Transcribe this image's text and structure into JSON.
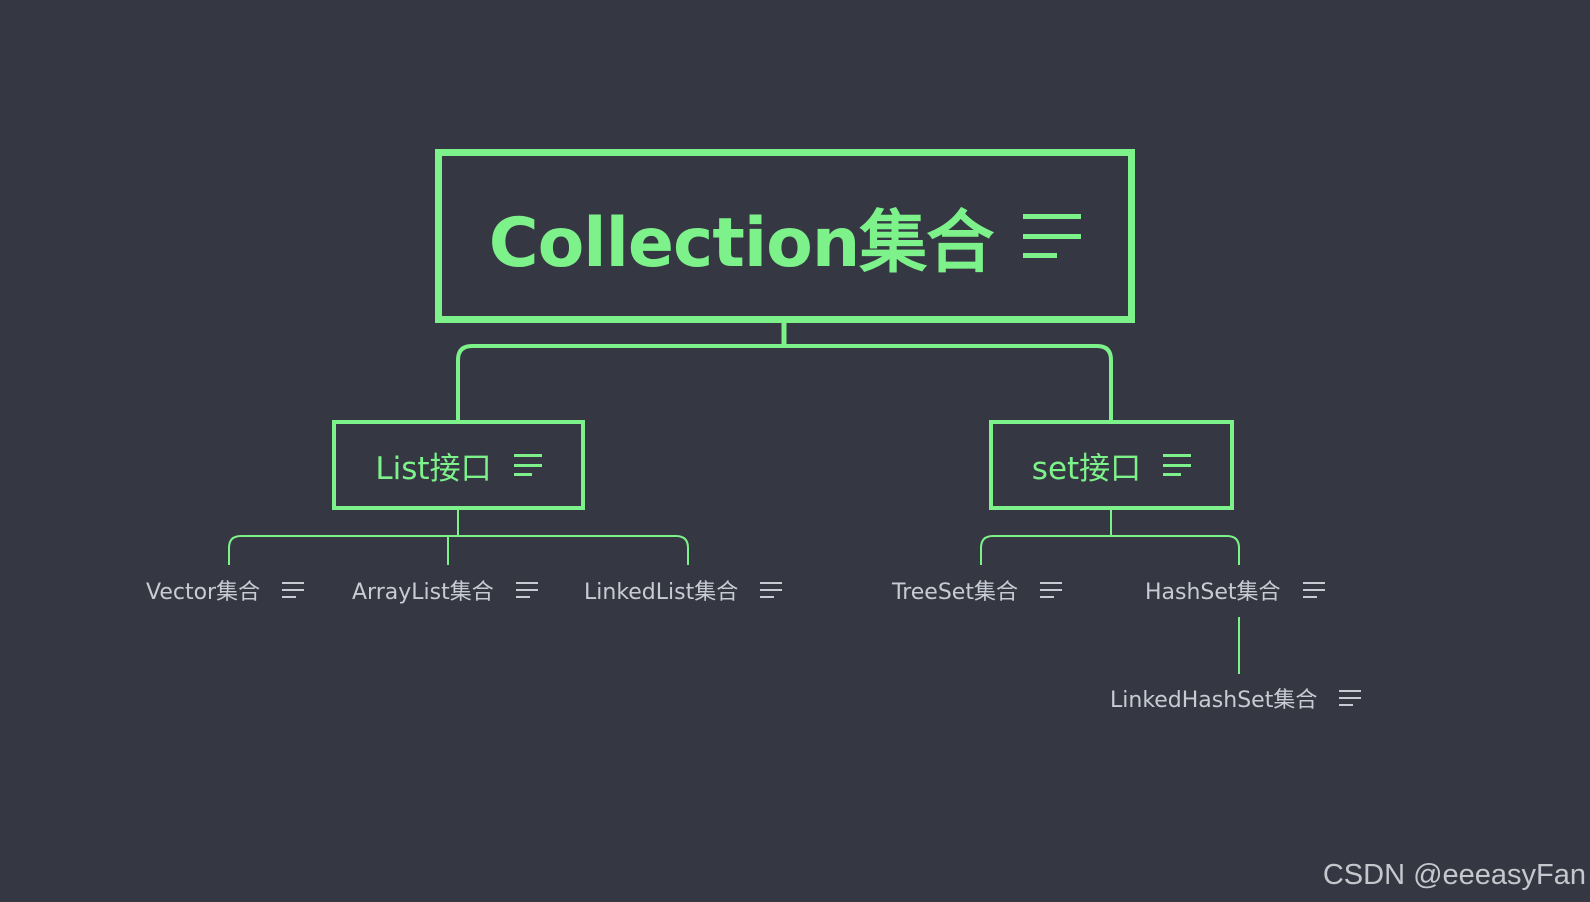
{
  "colors": {
    "background": "#353843",
    "accent": "#7ef28a",
    "leaf_text": "#c8cbd2",
    "watermark": "#d5d7dc"
  },
  "root": {
    "label": "Collection集合",
    "icon": "notes-menu-icon"
  },
  "branches": [
    {
      "label": "List接口",
      "icon": "notes-menu-icon",
      "children": [
        {
          "label": "Vector集合",
          "icon": "notes-menu-icon"
        },
        {
          "label": "ArrayList集合",
          "icon": "notes-menu-icon"
        },
        {
          "label": "LinkedList集合",
          "icon": "notes-menu-icon"
        }
      ]
    },
    {
      "label": "set接口",
      "icon": "notes-menu-icon",
      "children": [
        {
          "label": "TreeSet集合",
          "icon": "notes-menu-icon"
        },
        {
          "label": "HashSet集合",
          "icon": "notes-menu-icon",
          "children": [
            {
              "label": "LinkedHashSet集合",
              "icon": "notes-menu-icon"
            }
          ]
        }
      ]
    }
  ],
  "watermark": "CSDN @eeeasyFan"
}
